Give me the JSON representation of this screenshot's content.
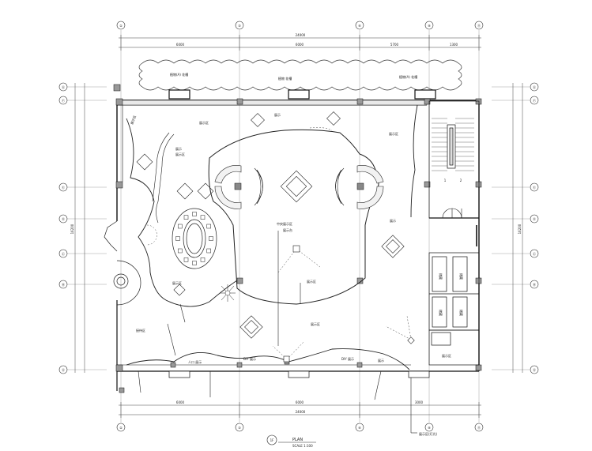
{
  "grid": {
    "columns": [
      "①",
      "③",
      "⑥",
      "⑨",
      "⑪"
    ],
    "rows": [
      "Ⓐ",
      "Ⓑ",
      "Ⓒ",
      "Ⓓ",
      "Ⓔ",
      "Ⓕ",
      "Ⓖ"
    ]
  },
  "dimensions": {
    "top_total": "24000",
    "top_segments": [
      "6000",
      "6000",
      "5700",
      "1300"
    ],
    "bottom_total": "24000",
    "bottom_segments": [
      "6000",
      "6000",
      "3000"
    ],
    "left_total": "16200",
    "right_total": "16200"
  },
  "stair": {
    "steps": [
      "1",
      "2"
    ]
  },
  "labels": {
    "tree_left": "植物(A) 花槽",
    "tree_mid": "植物 花槽",
    "tree_right": "植物(A) 花槽",
    "area_top_left": "展示区",
    "area_top": "展示区",
    "area_top_center": "展示",
    "area_right": "展示区",
    "area_right2": "展示",
    "area_center": "中央展示区",
    "area_center2": "展示台",
    "area_mid_left": "展示",
    "area_mid_left2": "展示区",
    "area_bottom_left": "接待区",
    "area_bottom_center": "展示区",
    "area_entrance_left": "人口 展示",
    "area_entrance_mid": "DIY 展示",
    "area_entrance_right": "DIY 展示",
    "area_entrance_far": "展示",
    "lounge": "展示区",
    "pointer": "展示区",
    "room_label": "储藏",
    "footnote": "展示区(灯光)"
  },
  "title": {
    "bubble": "1F",
    "name": "PLAN",
    "scale": "SCALE 1:100"
  }
}
